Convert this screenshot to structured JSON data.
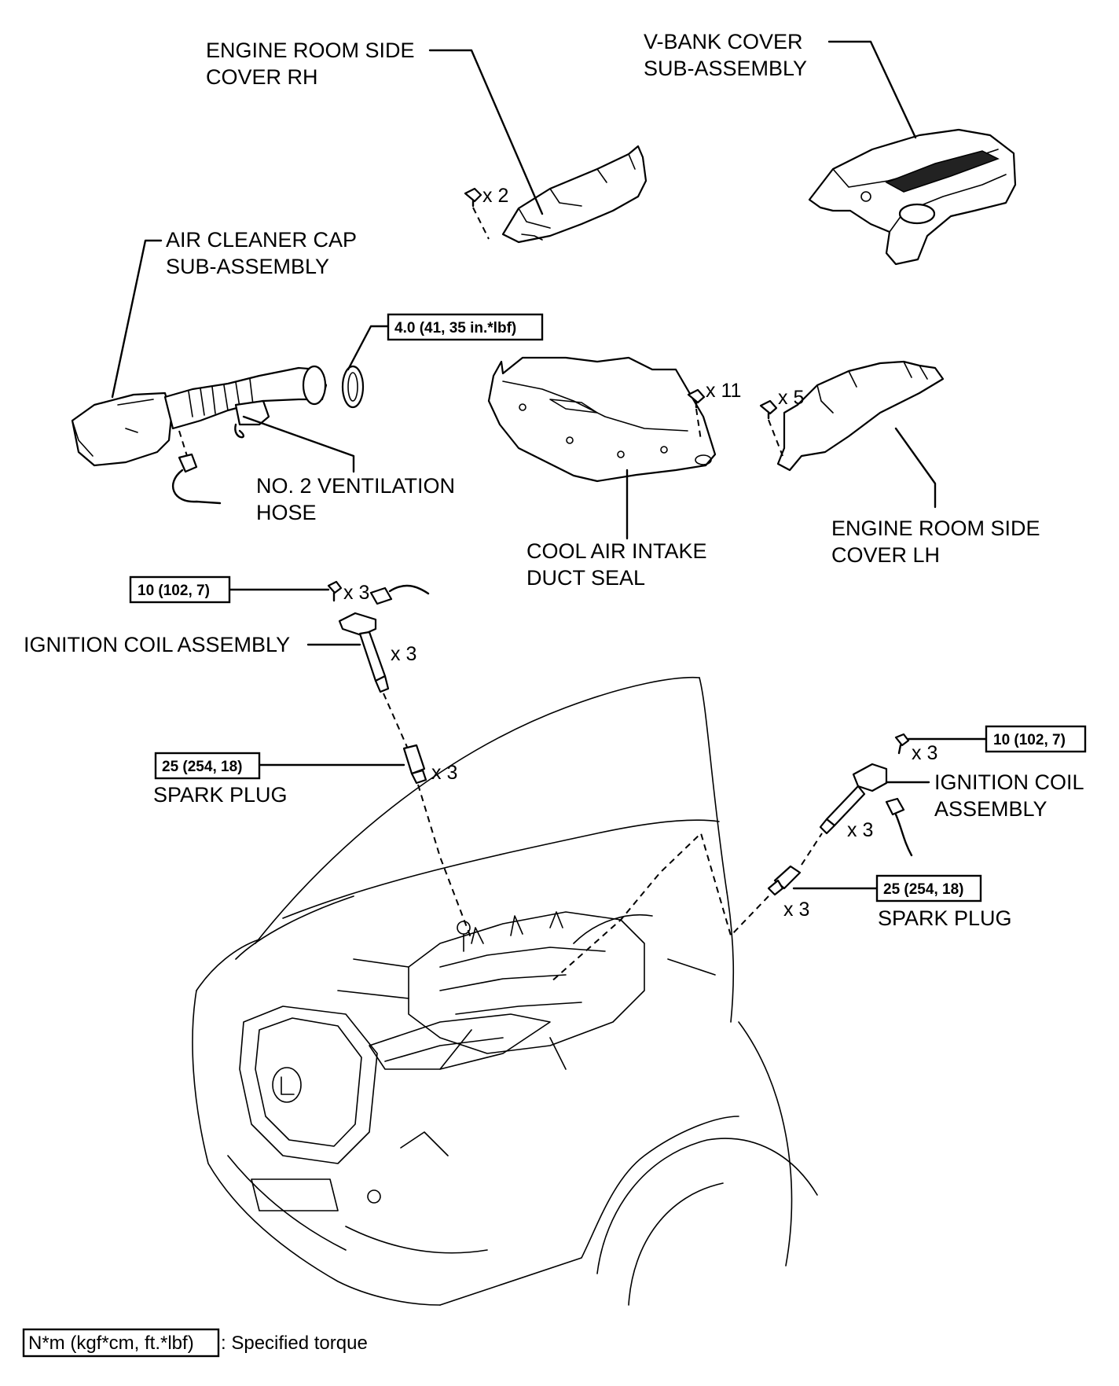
{
  "labels": {
    "engine_room_side_cover_rh": [
      "ENGINE ROOM SIDE",
      "COVER RH"
    ],
    "v_bank_cover": [
      "V-BANK COVER",
      "SUB-ASSEMBLY"
    ],
    "air_cleaner_cap": [
      "AIR CLEANER CAP",
      "SUB-ASSEMBLY"
    ],
    "no2_ventilation_hose": [
      "NO. 2 VENTILATION",
      "HOSE"
    ],
    "cool_air_intake_duct_seal": [
      "COOL AIR INTAKE",
      "DUCT SEAL"
    ],
    "engine_room_side_cover_lh": [
      "ENGINE ROOM SIDE",
      "COVER LH"
    ],
    "ignition_coil_left": "IGNITION COIL ASSEMBLY",
    "spark_plug_left": "SPARK PLUG",
    "ignition_coil_right": [
      "IGNITION COIL",
      "ASSEMBLY"
    ],
    "spark_plug_right": "SPARK PLUG"
  },
  "quantities": {
    "rh_cover_clips": "x 2",
    "duct_seal_clips": "x 11",
    "lh_cover_clips": "x 5",
    "left_coil_bolts": "x 3",
    "left_coils": "x 3",
    "left_plugs": "x 3",
    "right_coil_bolts": "x 3",
    "right_coils": "x 3",
    "right_plugs": "x 3"
  },
  "torques": {
    "air_cleaner_clamp": "4.0 (41, 35 in.*lbf)",
    "left_coil_bolt": "10 (102, 7)",
    "left_spark_plug": "25 (254, 18)",
    "right_coil_bolt": "10 (102, 7)",
    "right_spark_plug": "25 (254, 18)"
  },
  "legend": {
    "unit_box": "N*m (kgf*cm, ft.*lbf)",
    "description": ": Specified torque"
  }
}
